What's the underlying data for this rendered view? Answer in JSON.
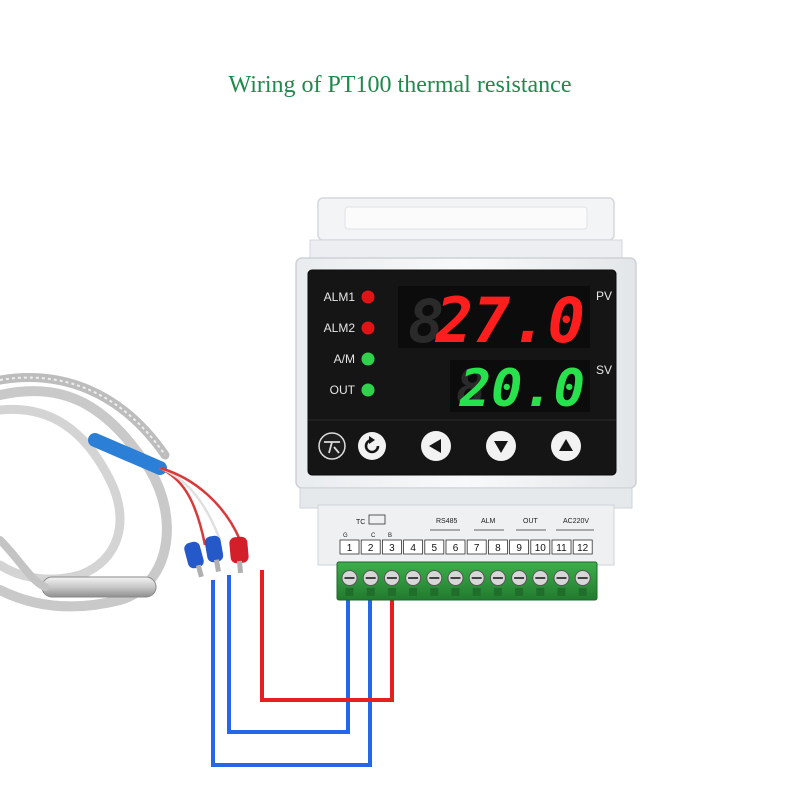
{
  "title": "Wiring of  PT100 thermal resistance",
  "display": {
    "pv_value": "27.0",
    "sv_value": "20.0",
    "pv_label": "PV",
    "sv_label": "SV",
    "ghost_digit": "8"
  },
  "indicators": [
    {
      "label": "ALM1",
      "color": "#e01414"
    },
    {
      "label": "ALM2",
      "color": "#e01414"
    },
    {
      "label": "A/M",
      "color": "#2fd24a"
    },
    {
      "label": "OUT",
      "color": "#2fd24a"
    }
  ],
  "buttons": [
    {
      "name": "logo-button",
      "icon": "brand-logo-icon"
    },
    {
      "name": "cycle-button",
      "icon": "refresh-icon"
    },
    {
      "name": "left-button",
      "icon": "arrow-left-icon"
    },
    {
      "name": "down-button",
      "icon": "arrow-down-icon"
    },
    {
      "name": "up-button",
      "icon": "arrow-up-icon"
    }
  ],
  "terminal_groups": {
    "tc": "TC",
    "rs485": "RS485",
    "alm": "ALM",
    "out": "OUT",
    "power": "AC220V"
  },
  "terminal_sub_labels": [
    "G",
    "C",
    "B"
  ],
  "terminal_numbers": [
    "1",
    "2",
    "3",
    "4",
    "5",
    "6",
    "7",
    "8",
    "9",
    "10",
    "11",
    "12"
  ],
  "colors": {
    "display_pv": "#ff1e1e",
    "display_sv": "#27e24c",
    "wire_red": "#e81f1f",
    "wire_blue": "#2467e8",
    "terminal_green": "#2d9a3c",
    "title_green": "#1f8a4c"
  }
}
